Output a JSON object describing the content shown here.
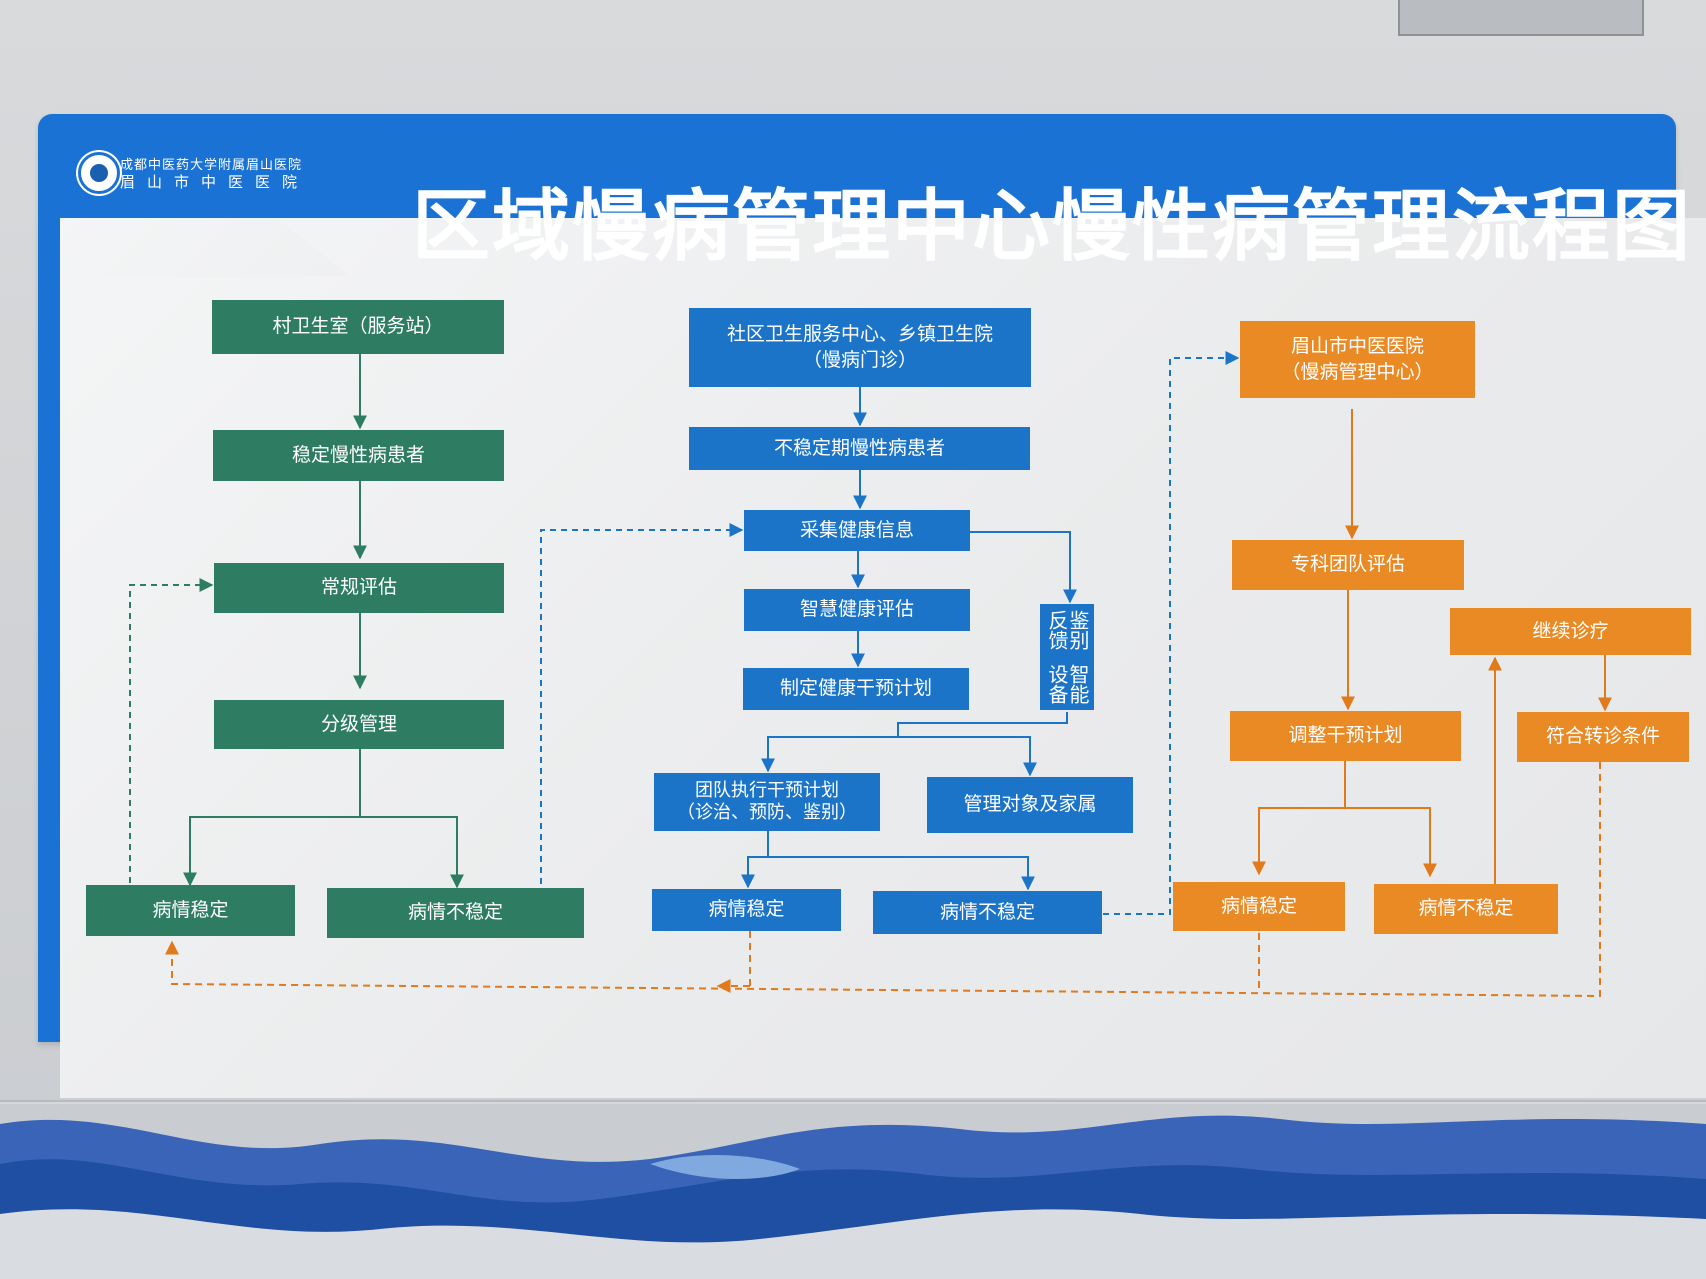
{
  "header": {
    "title": "区域慢病管理中心慢性病管理流程图",
    "logo_line1": "成都中医药大学附属眉山医院",
    "logo_line2": "眉山市中医医院"
  },
  "colors": {
    "board_blue": "#1a73d4",
    "green": "#2e7d62",
    "blue": "#1b74c8",
    "orange": "#e98a24"
  },
  "village": {
    "station": "村卫生室（服务站）",
    "stable_patients": "稳定慢性病患者",
    "routine_assessment": "常规评估",
    "graded_management": "分级管理",
    "stable": "病情稳定",
    "unstable": "病情不稳定"
  },
  "community": {
    "center_line1": "社区卫生服务中心、乡镇卫生院",
    "center_line2": "（慢病门诊）",
    "unstable_patients": "不稳定期慢性病患者",
    "collect_info": "采集健康信息",
    "smart_assessment": "智慧健康评估",
    "plan": "制定健康干预计划",
    "smart_device": [
      "智能设备",
      "鉴别反馈"
    ],
    "team_execute_line1": "团队执行干预计划",
    "team_execute_line2": "（诊治、预防、鉴别）",
    "family": "管理对象及家属",
    "stable": "病情稳定",
    "unstable": "病情不稳定"
  },
  "hospital": {
    "name_line1": "眉山市中医医院",
    "name_line2": "（慢病管理中心）",
    "team_assessment": "专科团队评估",
    "continue_treatment": "继续诊疗",
    "adjust_plan": "调整干预计划",
    "referral_condition": "符合转诊条件",
    "stable": "病情稳定",
    "unstable": "病情不稳定"
  }
}
